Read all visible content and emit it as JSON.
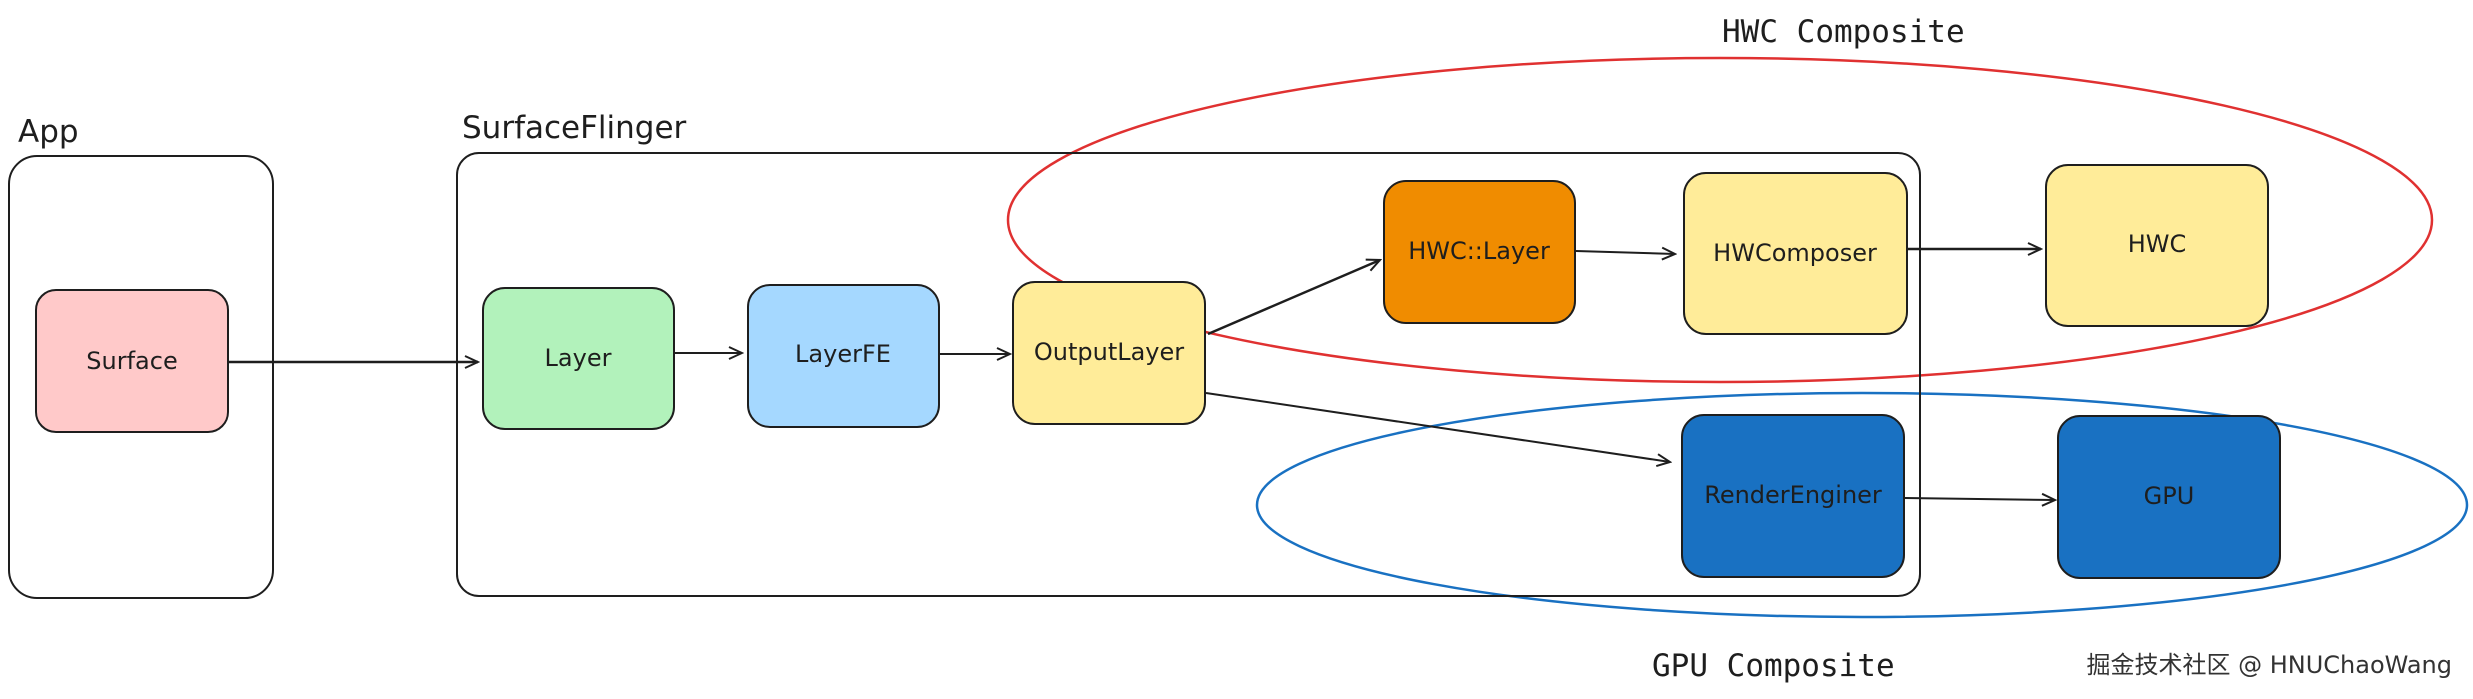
{
  "colors": {
    "stroke": "#1e1e1e",
    "surface_fill": "#ffc9c9",
    "layer_fill": "#b2f2bb",
    "layerfe_fill": "#a5d8ff",
    "outputlayer_fill": "#ffec99",
    "hwclayer_fill": "#f08c00",
    "hwcomposer_fill": "#ffec99",
    "hwc_fill": "#ffec99",
    "renderengine_fill": "#1971c2",
    "gpu_fill": "#1971c2",
    "hwc_region_stroke": "#e03131",
    "gpu_region_stroke": "#1971c2"
  },
  "groups": {
    "app": {
      "title": "App"
    },
    "surfaceflinger": {
      "title": "SurfaceFlinger"
    }
  },
  "regions": {
    "hwc_composite": {
      "title": "HWC Composite"
    },
    "gpu_composite": {
      "title": "GPU Composite"
    }
  },
  "nodes": {
    "surface": {
      "label": "Surface"
    },
    "layer": {
      "label": "Layer"
    },
    "layerfe": {
      "label": "LayerFE"
    },
    "outputlayer": {
      "label": "OutputLayer"
    },
    "hwclayer": {
      "label": "HWC::Layer"
    },
    "hwcomposer": {
      "label": "HWComposer"
    },
    "hwc": {
      "label": "HWC"
    },
    "renderengine": {
      "label": "RenderEnginer"
    },
    "gpu": {
      "label": "GPU"
    }
  },
  "watermark": {
    "text": "掘金技术社区 @ HNUChaoWang"
  }
}
